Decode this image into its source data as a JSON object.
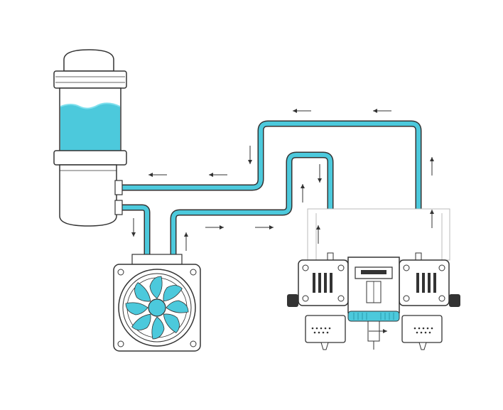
{
  "diagram": {
    "components": {
      "reservoir": {
        "icon": "coolant-reservoir-icon"
      },
      "radiator": {
        "icon": "radiator-fan-icon"
      },
      "hotend": {
        "icon": "dual-hotend-icon"
      }
    },
    "colors": {
      "coolant": "#4cc9dc",
      "coolant_light": "#7fe0ee",
      "outline": "#333333",
      "metal": "#ffffff",
      "arrow": "#333333"
    },
    "flow": {
      "arrows": [
        "left",
        "left",
        "left",
        "left",
        "down",
        "down",
        "down",
        "up",
        "up",
        "up",
        "up",
        "right",
        "right",
        "up",
        "right"
      ]
    }
  }
}
